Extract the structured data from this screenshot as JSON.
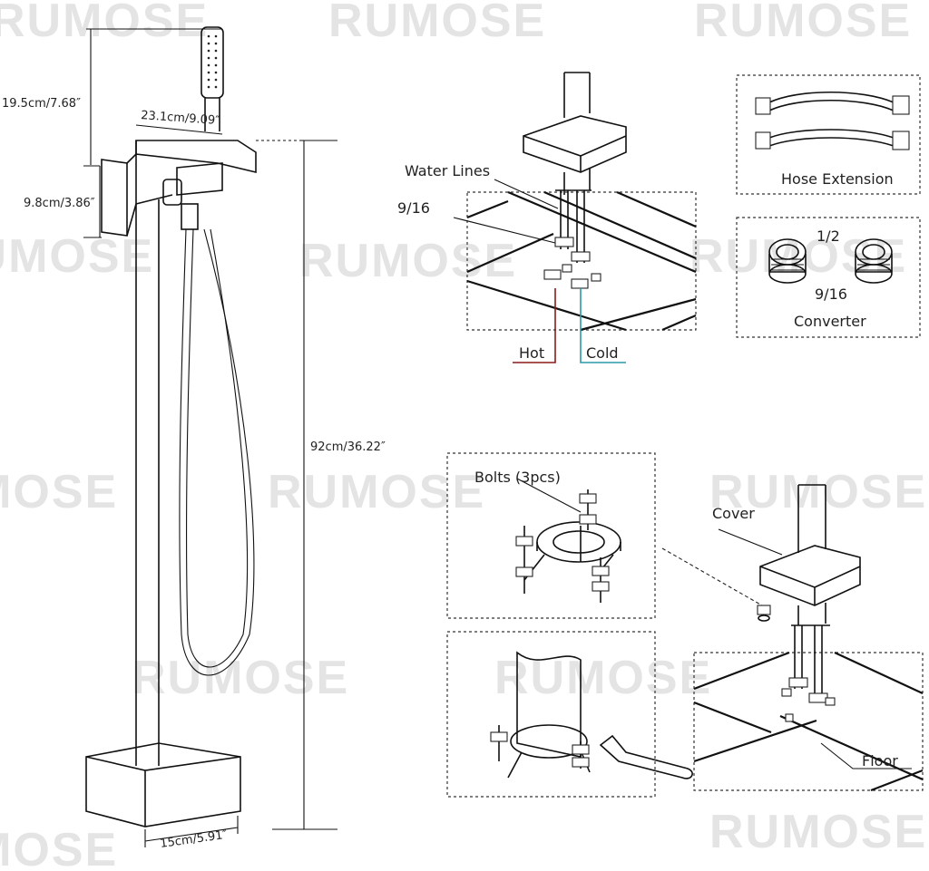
{
  "watermark": "RUMOSE",
  "dimensions": {
    "handshower_height": "19.5cm/7.68″",
    "spout_reach": "23.1cm/9.09″",
    "valve_height": "9.8cm/3.86″",
    "total_height": "92cm/36.22″",
    "base_width": "15cm/5.91″"
  },
  "install_top": {
    "water_lines": "Water Lines",
    "thread_size": "9/16",
    "hot": "Hot",
    "cold": "Cold"
  },
  "accessories": {
    "hose_extension": "Hose Extension",
    "converter_top": "1/2",
    "converter_bottom": "9/16",
    "converter": "Converter"
  },
  "install_bottom": {
    "bolts": "Bolts (3pcs)",
    "cover": "Cover",
    "floor": "Floor"
  },
  "colors": {
    "hot_line": "#8b1a1a",
    "cold_line": "#2a9aa5",
    "watermark": "#e4e4e4"
  }
}
